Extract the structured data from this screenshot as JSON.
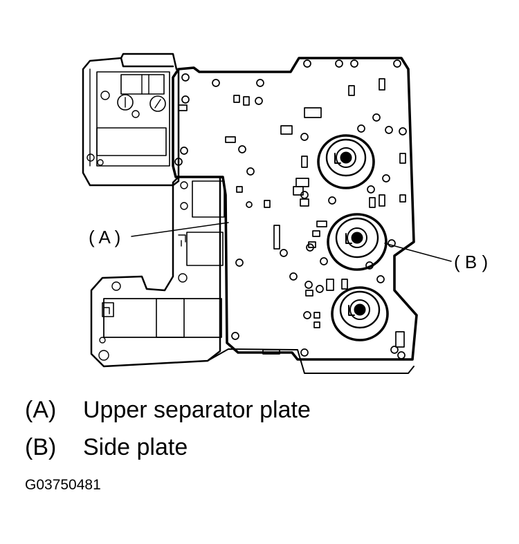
{
  "callouts": {
    "a": "( A )",
    "b": "( B )"
  },
  "legend": [
    {
      "key": "(A)",
      "text": "Upper separator plate"
    },
    {
      "key": "(B)",
      "text": "Side plate"
    }
  ],
  "figure_id": "G03750481"
}
